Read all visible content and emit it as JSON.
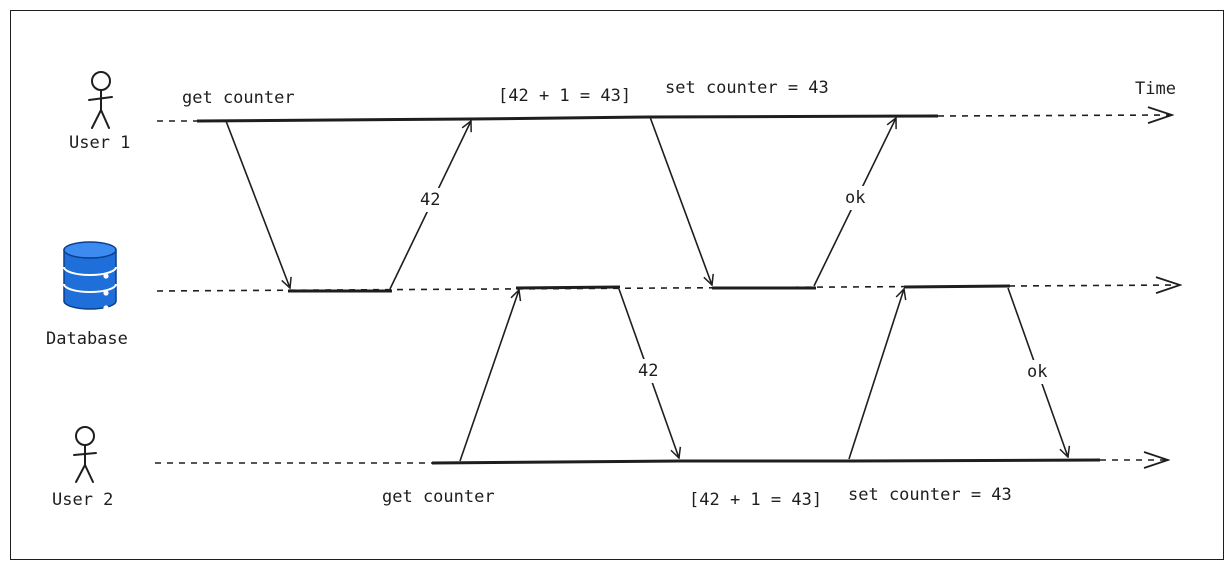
{
  "time_label": "Time",
  "actors": {
    "user1": "User 1",
    "database": "Database",
    "user2": "User 2"
  },
  "user1": {
    "get": "get counter",
    "compute": "[42 + 1 = 43]",
    "set": "set counter = 43"
  },
  "user2": {
    "get": "get counter",
    "compute": "[42 + 1 = 43]",
    "set": "set counter = 43"
  },
  "responses": {
    "u1_value": "42",
    "u1_ok": "ok",
    "u2_value": "42",
    "u2_ok": "ok"
  },
  "colors": {
    "ink": "#1e1e1e",
    "db_fill": "#1e6fd9",
    "db_stroke": "#0b3f8a"
  }
}
